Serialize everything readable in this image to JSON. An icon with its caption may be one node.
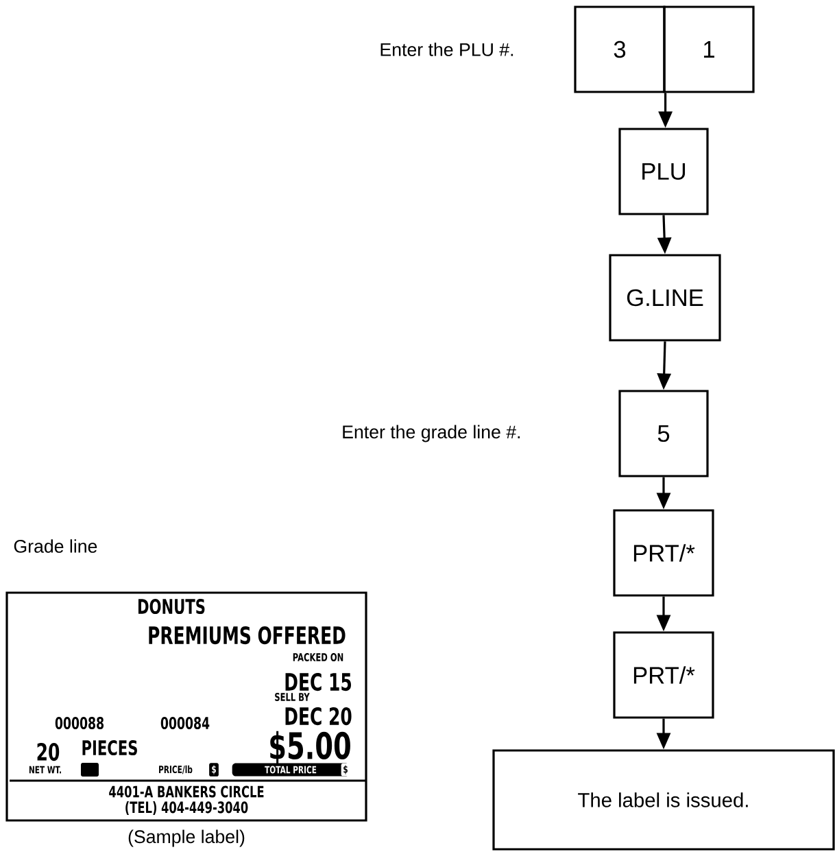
{
  "diagram": {
    "nodes": [
      {
        "text": [
          "3"
        ],
        "beside": [
          "Enter the PLU #."
        ]
      },
      {
        "text": [
          "1"
        ]
      },
      {
        "text": [
          "PLU"
        ]
      },
      {
        "text": [
          "G.LINE"
        ]
      },
      {
        "text": [
          "5"
        ]
      },
      {
        "text": [
          "PRT/*"
        ]
      },
      {
        "text": [
          "PRT/*"
        ]
      },
      {
        "text": [
          "The label is issued."
        ]
      },
      {
        "text": [
          "DONUTS",
          "PREMIUMS OFFERED",
          "PACKED ON",
          "DEC 15",
          "SELL BY",
          "000088",
          "000084",
          "DEC 20",
          "20",
          "PIECES",
          "$5.00",
          "NET WT.",
          "PRICE/lb",
          "$",
          "TOTAL PRICE",
          "$",
          "4401-A BANKERS CIRCLE",
          "(TEL) 404-449-3040"
        ]
      }
    ],
    "edges": [
      {
        "from": 0,
        "to": 2,
        "arrow": "to"
      },
      {
        "from": 1,
        "to": 2,
        "arrow": "to"
      },
      {
        "from": 2,
        "to": 3,
        "arrow": "to"
      },
      {
        "from": 3,
        "to": 4,
        "arrow": "to"
      },
      {
        "from": 4,
        "to": 5,
        "arrow": "to"
      },
      {
        "from": 5,
        "to": 6,
        "arrow": "to"
      },
      {
        "from": 6,
        "to": 7,
        "arrow": "to"
      }
    ],
    "labels": [
      "Enter the grade line #.",
      "Grade line",
      "(Sample label)"
    ]
  }
}
